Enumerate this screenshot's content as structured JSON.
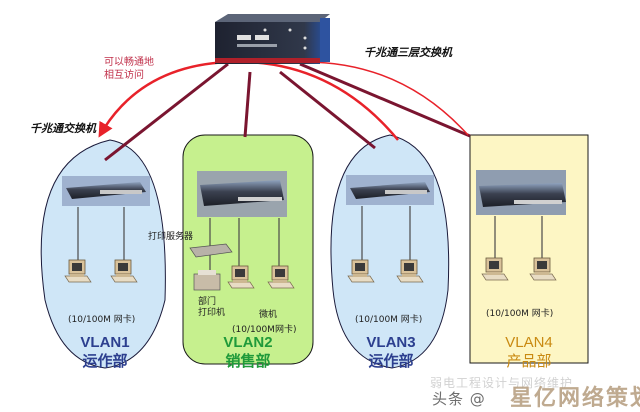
{
  "core_switch": {
    "label": "千兆通三层交换机"
  },
  "access_switch_label": "千兆通交换机",
  "inter_vlan_note": {
    "line1": "可以畅通地",
    "line2": "相互访问"
  },
  "vlans": [
    {
      "id": "VLAN1",
      "department": "运作部",
      "nic": "(10/100M 网卡)",
      "fill": "#cfe6f7",
      "text_color": "#2c3f8f"
    },
    {
      "id": "VLAN2",
      "department": "销售部",
      "nic": "(10/100M网卡)",
      "fill": "#c6f08e",
      "text_color": "#1f9a3a",
      "print_server_label": "打印服务器",
      "printer_label_1": "部门",
      "printer_label_2": "打印机",
      "pc_label": "微机"
    },
    {
      "id": "VLAN3",
      "department": "运作部",
      "nic": "(10/100M 网卡)",
      "fill": "#cfe6f7",
      "text_color": "#2c3f8f"
    },
    {
      "id": "VLAN4",
      "department": "产品部",
      "nic": "(10/100M 网卡)",
      "fill": "#fdf6c4",
      "text_color": "#c98a12"
    }
  ],
  "colors": {
    "link_red": "#e8222a",
    "link_dark": "#7a1530"
  },
  "watermark": {
    "left": "头条 @",
    "faded": "弱电工程设计与网络维护",
    "brand": "星亿网络策划"
  }
}
